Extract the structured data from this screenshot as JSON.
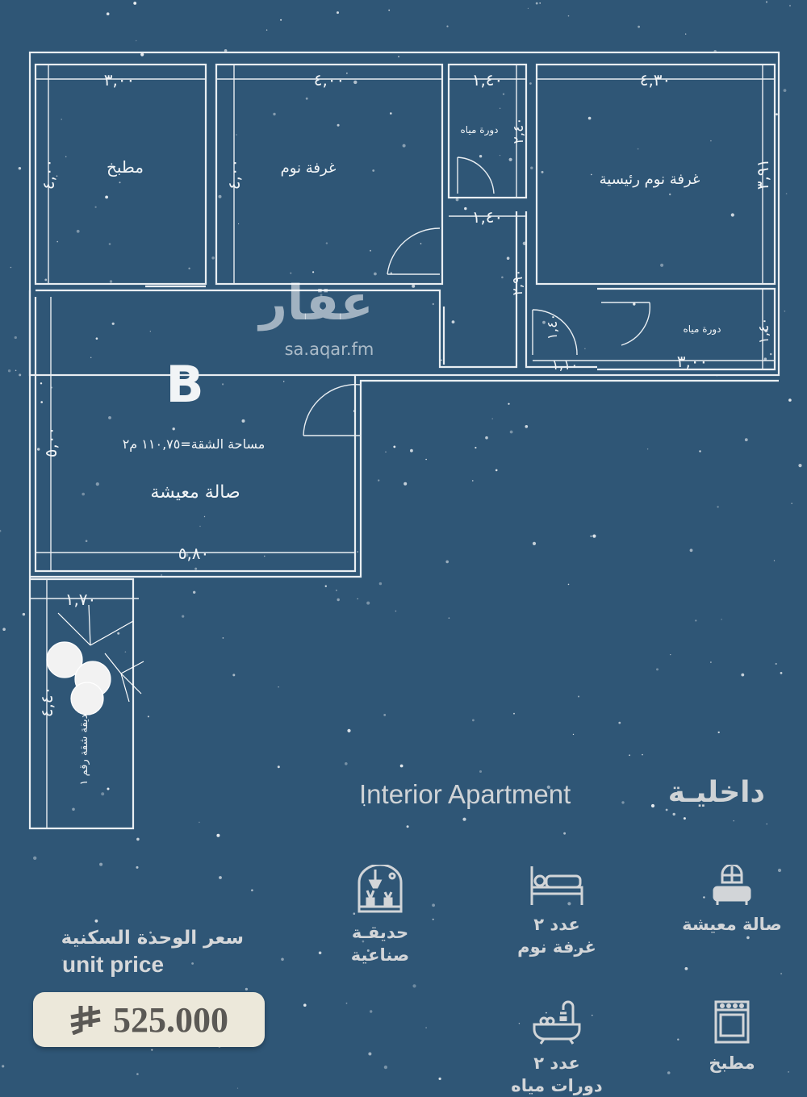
{
  "plan": {
    "unit_letter": "B",
    "watermark_logo": "عقار",
    "watermark_url": "sa.aqar.fm",
    "area_label": "مساحة الشقة=١١٠,٧٥ م٢",
    "rooms": {
      "kitchen": "مطبخ",
      "bedroom": "غرفة نوم",
      "bathroom_1": "دورة مياه",
      "master_bedroom": "غرفة نوم رئيسية",
      "bathroom_2": "دورة مياه",
      "living_room": "صالة معيشة",
      "garden": "حديقة شقة رقم ١"
    },
    "dimensions": {
      "kitchen_w": "٣,٠٠",
      "kitchen_h": "٤,٠٠",
      "bedroom_w": "٤,٠٠",
      "bedroom_h": "٤,٠٠",
      "bath1_w": "١,٤٠",
      "bath1_h": "٢,٤٠",
      "corridor_w": "١,٤٠",
      "corridor_h": "٢,٩٠",
      "master_w": "٤,٣٠",
      "master_h": "٣,٩١",
      "bath2_w": "٣,٠٠",
      "bath2_h": "١,٤٠",
      "entry_w": "١,١٠",
      "entry_h": "١,٤٠",
      "living_w": "٥,٨٠",
      "living_h": "٥,٠٠",
      "garden_w": "١,٧٠",
      "garden_h": "٤,٤٠"
    }
  },
  "heading": {
    "en": "Interior Apartment",
    "ar": "داخليـة"
  },
  "features": [
    {
      "icon": "sofa-window-icon",
      "line1": "صالة معيشة",
      "line2": ""
    },
    {
      "icon": "bed-icon",
      "line1": "عدد ٢",
      "line2": "غرفة نوم"
    },
    {
      "icon": "greenhouse-plant-icon",
      "line1": "حديقـة",
      "line2": "صناعية"
    },
    {
      "icon": "oven-icon",
      "line1": "مطبخ",
      "line2": ""
    },
    {
      "icon": "bathtub-shower-icon",
      "line1": "عدد ٢",
      "line2": "دورات مياه"
    }
  ],
  "price": {
    "label_ar": "سعر الوحدة السكنية",
    "label_en": "unit price",
    "currency_icon": "saudi-riyal-icon",
    "value": "525.000"
  },
  "colors": {
    "background": "#2f5676",
    "line": "#e9eef2",
    "pill": "#ece8da",
    "price_text": "#5b5955"
  }
}
